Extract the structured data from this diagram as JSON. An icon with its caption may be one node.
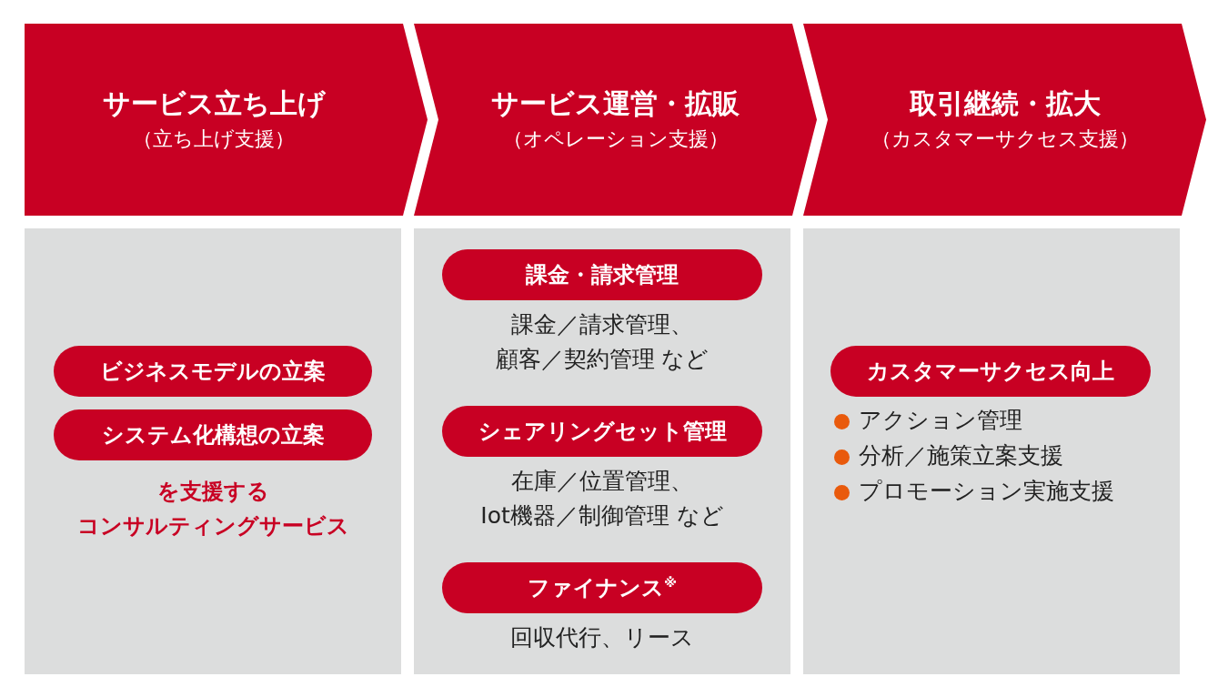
{
  "diagram": {
    "nodes": [
      {
        "text": [
          "サービス立ち上げ",
          "（立ち上げ支援）"
        ]
      },
      {
        "text": [
          "サービス運営・拡販",
          "（オペレーション支援）"
        ]
      },
      {
        "text": [
          "取引継続・拡大",
          "（カスタマーサクセス支援）"
        ]
      },
      {
        "text": [],
        "shape": "box"
      },
      {
        "text": [
          "ビジネスモデルの立案"
        ],
        "in": 3
      },
      {
        "text": [
          "システム化構想の立案"
        ],
        "in": 3
      },
      {
        "text": [],
        "shape": "box"
      },
      {
        "text": [
          "課金・請求管理"
        ],
        "in": 6,
        "beside": [
          "課金／請求管理、顧客／契約管理 など"
        ]
      },
      {
        "text": [
          "シェアリングセット管理"
        ],
        "in": 6,
        "beside": [
          "在庫／位置管理、Iot機器／制御管理 など"
        ]
      },
      {
        "text": [
          "ファイナンス$^{※}$"
        ],
        "in": 6,
        "beside": [
          "回収代行、リース"
        ]
      },
      {
        "text": [],
        "shape": "box"
      },
      {
        "text": [
          "カスタマーサクセス向上"
        ],
        "in": 10,
        "beside": [
          "アクション管理",
          "分析／施策立案支援",
          "プロモーション実施支援"
        ]
      }
    ],
    "edges": [],
    "labels": [
      "を支援するコンサルティングサービス"
    ]
  }
}
